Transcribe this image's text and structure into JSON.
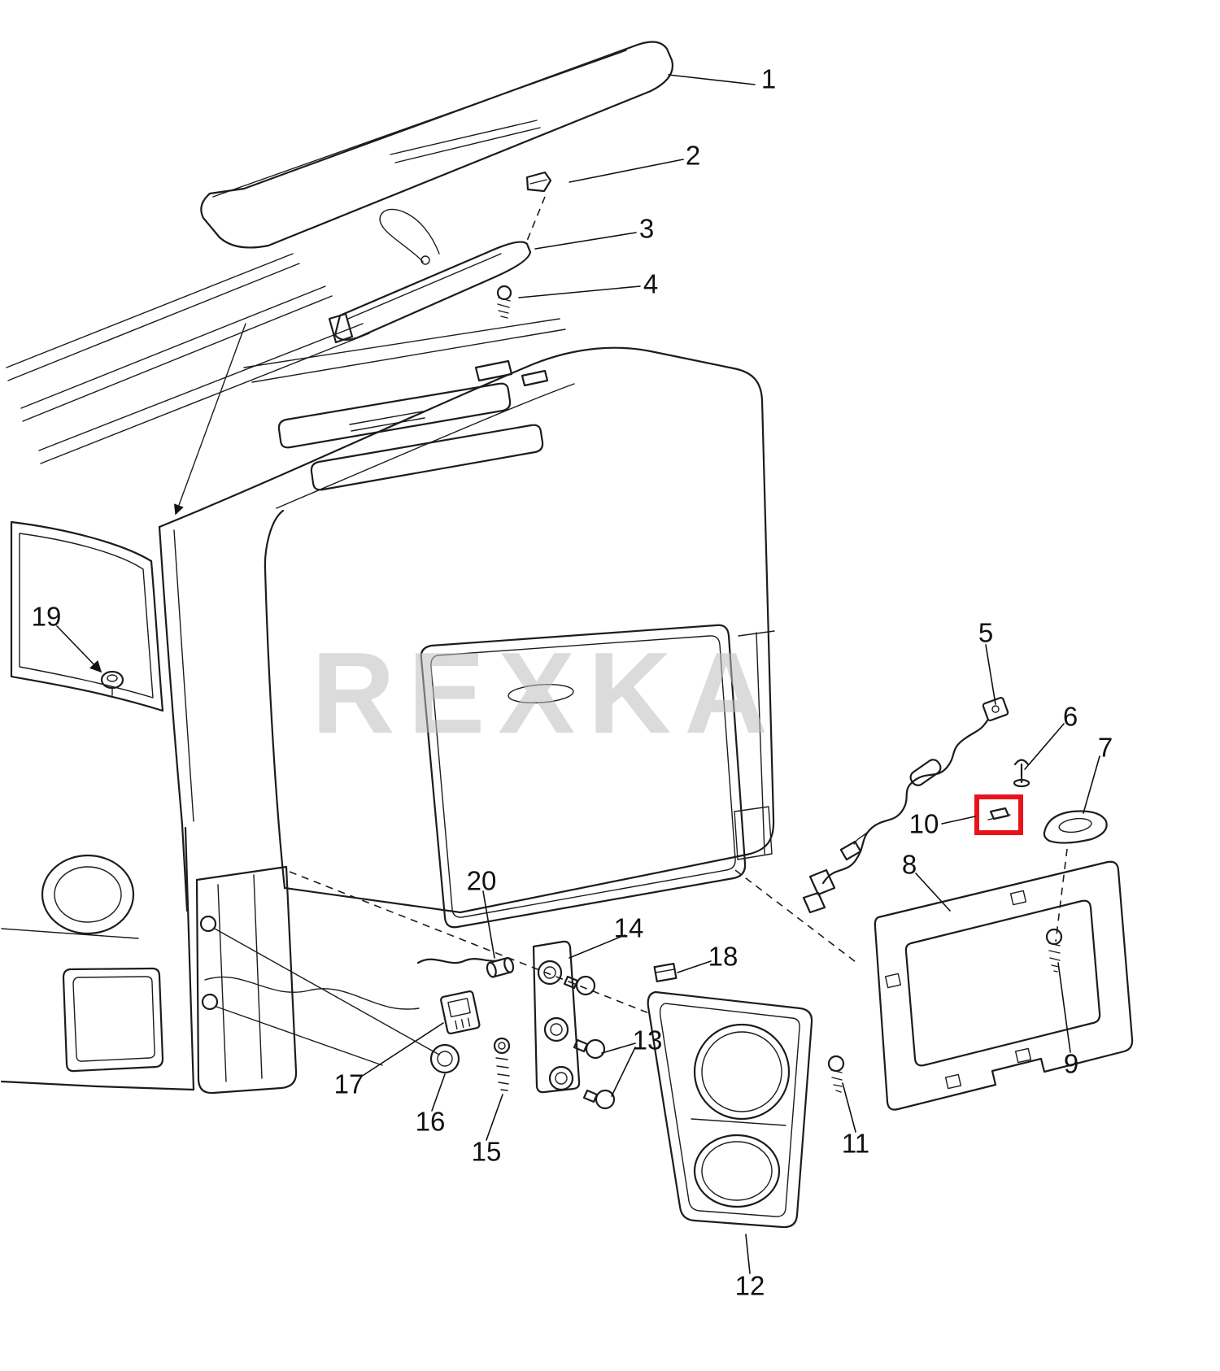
{
  "diagram": {
    "watermark": "REXKA",
    "highlight_color": "#e8131b",
    "callouts": [
      "1",
      "2",
      "3",
      "4",
      "5",
      "6",
      "7",
      "8",
      "9",
      "10",
      "11",
      "12",
      "13",
      "14",
      "15",
      "16",
      "17",
      "18",
      "19",
      "20"
    ]
  }
}
